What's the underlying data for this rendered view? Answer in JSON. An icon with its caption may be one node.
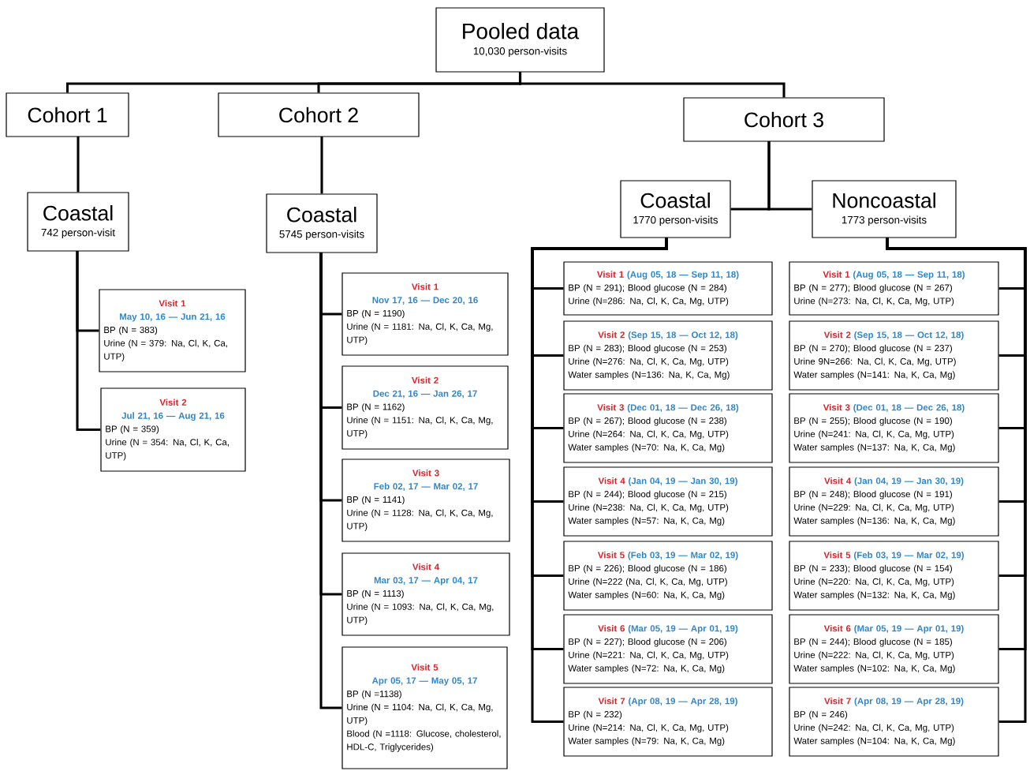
{
  "diagram": {
    "nodes": [
      {
        "text": [
          "Pooled data",
          "10,030 person-visits"
        ]
      },
      {
        "text": [
          "Cohort 1"
        ]
      },
      {
        "text": [
          "Cohort 2"
        ]
      },
      {
        "text": [
          "Cohort 3"
        ]
      },
      {
        "text": [
          "Coastal",
          "742 person-visit"
        ]
      },
      {
        "text": [
          "Coastal",
          "5745 person-visits"
        ]
      },
      {
        "text": [
          "Coastal",
          "1770 person-visits"
        ]
      },
      {
        "text": [
          "Noncoastal",
          "1773 person-visits"
        ]
      },
      {
        "text": [
          "Visit 1",
          "May 10, 16 — Jun 21, 16",
          "BP (N = 383)",
          "Urine (N = 379: Na, Cl, K, Ca, UTP)"
        ]
      },
      {
        "text": [
          "Visit 2",
          "Jul 21, 16 — Aug 21, 16",
          "BP (N = 359)",
          "Urine (N = 354: Na, Cl, K, Ca, UTP)"
        ]
      },
      {
        "text": [
          "Visit 1",
          "Nov 17, 16 — Dec 20, 16",
          "BP (N = 1190)",
          "Urine (N = 1181: Na, Cl, K, Ca, Mg, UTP)"
        ]
      },
      {
        "text": [
          "Visit 2",
          "Dec 21, 16 — Jan 26, 17",
          "BP (N = 1162)",
          "Urine (N = 1151: Na, Cl, K, Ca, Mg, UTP)"
        ]
      },
      {
        "text": [
          "Visit 3",
          "Feb 02, 17 — Mar 02, 17",
          "BP (N = 1141)",
          "Urine (N = 1128: Na, Cl, K, Ca, Mg, UTP)"
        ]
      },
      {
        "text": [
          "Visit 4",
          "Mar 03, 17 — Apr 04, 17",
          "BP (N = 1113)",
          "Urine (N = 1093: Na, Cl, K, Ca, Mg, UTP)"
        ]
      },
      {
        "text": [
          "Visit 5",
          "Apr 05, 17 — May 05, 17",
          "BP (N =1138)",
          "Urine (N = 1104: Na, Cl, K, Ca, Mg, UTP)",
          "Blood (N =1118: Glucose, cholesterol, HDL-C, Triglycerides)"
        ]
      },
      {
        "text": [
          "Visit 1",
          "(Aug 05, 18 — Sep 11, 18)",
          "BP (N = 291); Blood glucose (N = 284)",
          "Urine (N=286: Na, Cl, K, Ca, Mg, UTP)"
        ]
      },
      {
        "text": [
          "Visit 2",
          "(Sep 15, 18 — Oct 12, 18)",
          "BP (N = 283); Blood glucose (N = 253)",
          "Urine (N=276: Na, Cl, K, Ca, Mg, UTP)",
          "Water samples (N=136: Na, K, Ca, Mg)"
        ]
      },
      {
        "text": [
          "Visit 3",
          "(Dec 01, 18 — Dec 26, 18)",
          "BP (N = 267); Blood glucose (N = 238)",
          "Urine (N=264: Na, Cl, K, Ca, Mg, UTP)",
          "Water samples (N=70: Na, K, Ca, Mg)"
        ]
      },
      {
        "text": [
          "Visit 4",
          "(Jan 04, 19 — Jan 30, 19)",
          "BP (N = 244); Blood glucose (N = 215)",
          "Urine (N=238: Na, Cl, K, Ca, Mg, UTP)",
          "Water samples (N=57: Na, K, Ca, Mg)"
        ]
      },
      {
        "text": [
          "Visit 5",
          "(Feb 03, 19 — Mar 02, 19)",
          "BP (N = 226); Blood glucose (N = 186)",
          "Urine (N=222 (Na, Cl, K, Ca, Mg, UTP)",
          "Water samples (N=60: Na, K, Ca, Mg)"
        ]
      },
      {
        "text": [
          "Visit 6",
          "(Mar 05, 19 — Apr 01, 19)",
          "BP (N = 227); Blood glucose (N = 206)",
          "Urine (N=221: Na, Cl, K, Ca, Mg, UTP)",
          "Water samples (N=72: Na, K, Ca, Mg)"
        ]
      },
      {
        "text": [
          "Visit 7",
          "(Apr 08, 19 — Apr 28, 19)",
          "BP (N = 232)",
          "Urine (N=214: Na, Cl, K, Ca, Mg, UTP)",
          "Water samples (N=79: Na, K, Ca, Mg)"
        ]
      },
      {
        "text": [
          "Visit 1",
          "(Aug 05, 18 — Sep 11, 18)",
          "BP (N = 277); Blood glucose (N = 267)",
          "Urine (N=273: Na, Cl, K, Ca, Mg, UTP)"
        ]
      },
      {
        "text": [
          "Visit 2",
          "(Sep 15, 18 — Oct 12, 18)",
          "BP (N = 270); Blood glucose (N = 237)",
          "Urine 9N=266: Na, Cl, K, Ca, Mg, UTP)",
          "Water samples (N=141: Na, K, Ca, Mg)"
        ]
      },
      {
        "text": [
          "Visit 3",
          "(Dec 01, 18 — Dec 26, 18)",
          "BP (N = 255); Blood glucose (N = 190)",
          "Urine (N=241: Na, Cl, K, Ca, Mg, UTP)",
          "Water samples (N=137: Na, K, Ca, Mg)"
        ]
      },
      {
        "text": [
          "Visit 4",
          "(Jan 04, 19 — Jan 30, 19)",
          "BP (N = 248); Blood glucose (N = 191)",
          "Urine (N=229: Na, Cl, K, Ca, Mg, UTP)",
          "Water samples (N=136: Na, K, Ca, Mg)"
        ]
      },
      {
        "text": [
          "Visit 5",
          "(Feb 03, 19 — Mar 02, 19)",
          "BP (N = 233); Blood glucose (N = 154)",
          "Urine (N=220: Na, Cl, K, Ca, Mg, UTP)",
          "Water samples (N=132: Na, K, Ca, Mg)"
        ]
      },
      {
        "text": [
          "Visit 6",
          "(Mar 05, 19 — Apr 01, 19)",
          "BP (N = 244); Blood glucose (N = 185)",
          "Urine (N=222: Na, Cl, K, Ca, Mg, UTP)",
          "Water samples (N=102: Na, K, Ca, Mg)"
        ]
      },
      {
        "text": [
          "Visit 7",
          "(Apr 08, 19 — Apr 28, 19)",
          "BP (N = 246)",
          "Urine (N=242: Na, Cl, K, Ca, Mg, UTP)",
          "Water samples (N=104: Na, K, Ca, Mg)"
        ]
      }
    ],
    "edges": [
      {
        "from": 0,
        "to": 1,
        "arrow": "none"
      },
      {
        "from": 0,
        "to": 2,
        "arrow": "none"
      },
      {
        "from": 0,
        "to": 3,
        "arrow": "none"
      },
      {
        "from": 1,
        "to": 4,
        "arrow": "none"
      },
      {
        "from": 2,
        "to": 5,
        "arrow": "none"
      },
      {
        "from": 3,
        "to": 6,
        "arrow": "none"
      },
      {
        "from": 3,
        "to": 7,
        "arrow": "none"
      },
      {
        "from": 4,
        "to": 8,
        "arrow": "none"
      },
      {
        "from": 4,
        "to": 9,
        "arrow": "none"
      },
      {
        "from": 5,
        "to": 10,
        "arrow": "none"
      },
      {
        "from": 5,
        "to": 11,
        "arrow": "none"
      },
      {
        "from": 5,
        "to": 12,
        "arrow": "none"
      },
      {
        "from": 5,
        "to": 13,
        "arrow": "none"
      },
      {
        "from": 5,
        "to": 14,
        "arrow": "none"
      },
      {
        "from": 6,
        "to": 15,
        "arrow": "none"
      },
      {
        "from": 6,
        "to": 16,
        "arrow": "none"
      },
      {
        "from": 6,
        "to": 17,
        "arrow": "none"
      },
      {
        "from": 6,
        "to": 18,
        "arrow": "none"
      },
      {
        "from": 6,
        "to": 19,
        "arrow": "none"
      },
      {
        "from": 6,
        "to": 20,
        "arrow": "none"
      },
      {
        "from": 6,
        "to": 21,
        "arrow": "none"
      },
      {
        "from": 7,
        "to": 22,
        "arrow": "none"
      },
      {
        "from": 7,
        "to": 23,
        "arrow": "none"
      },
      {
        "from": 7,
        "to": 24,
        "arrow": "none"
      },
      {
        "from": 7,
        "to": 25,
        "arrow": "none"
      },
      {
        "from": 7,
        "to": 26,
        "arrow": "none"
      },
      {
        "from": 7,
        "to": 27,
        "arrow": "none"
      },
      {
        "from": 7,
        "to": 28,
        "arrow": "none"
      }
    ]
  }
}
